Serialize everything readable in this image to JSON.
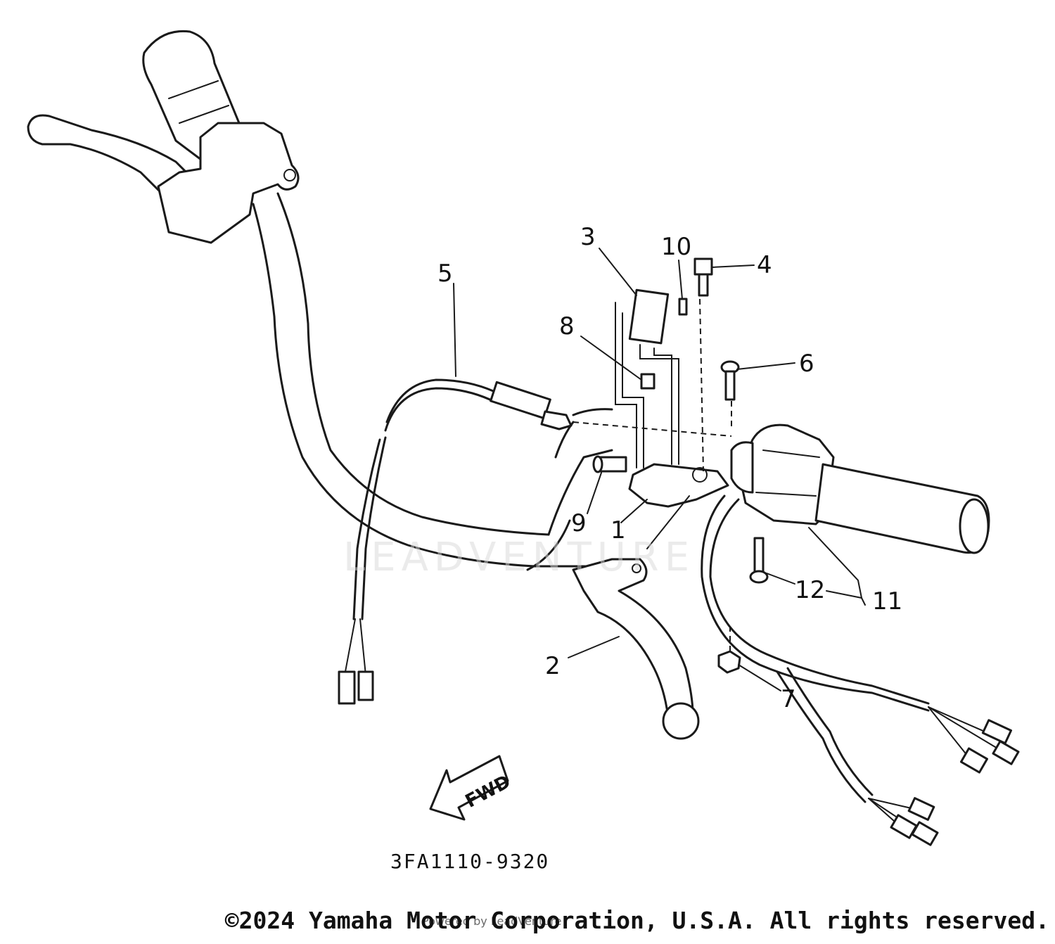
{
  "diagram": {
    "part_labels": {
      "1": "1",
      "1b": "1",
      "2": "2",
      "3": "3",
      "4": "4",
      "5": "5",
      "6": "6",
      "7": "7",
      "8": "8",
      "9": "9",
      "10": "10",
      "11": "11",
      "12": "12"
    },
    "fwd_label": "FWD",
    "part_code": "3FA1110-9320"
  },
  "watermark": {
    "text": "LEADVENTURE"
  },
  "footer": {
    "copyright": "©2024 Yamaha Motor Corporation, U.S.A. All rights reserved.",
    "powered": "Powered by LeadVenture"
  }
}
